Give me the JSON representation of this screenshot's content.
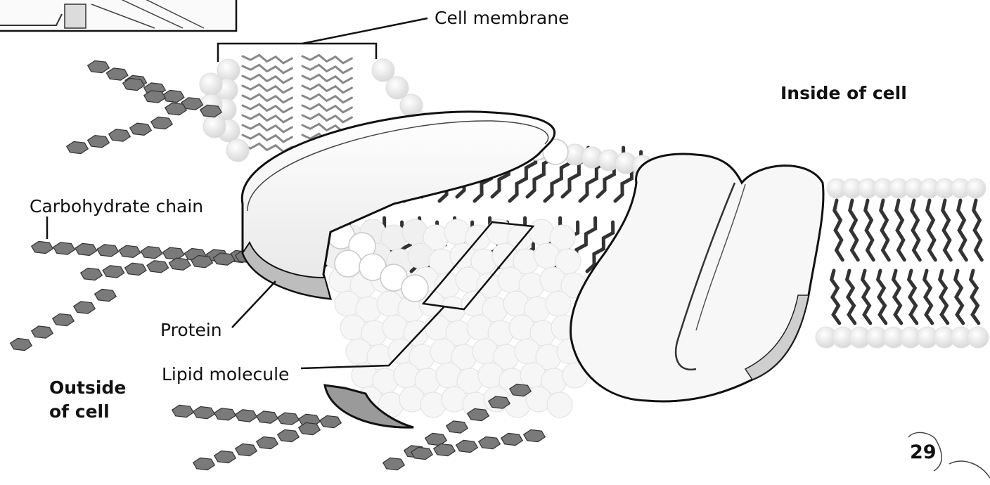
{
  "diagram": {
    "labels": {
      "cell_membrane": "Cell membrane",
      "inside_of_cell": "Inside of cell",
      "carbohydrate_chain": "Carbohydrate chain",
      "protein": "Protein",
      "lipid_molecule": "Lipid molecule",
      "outside_line1": "Outside",
      "outside_line2": "of cell"
    },
    "page_number": "29",
    "colors": {
      "ink": "#111111",
      "carbohydrate": "#7a7a7a",
      "protein_fill": "#ffffff",
      "lipid_head": "#f2f2f2",
      "lipid_tail": "#333333"
    }
  }
}
